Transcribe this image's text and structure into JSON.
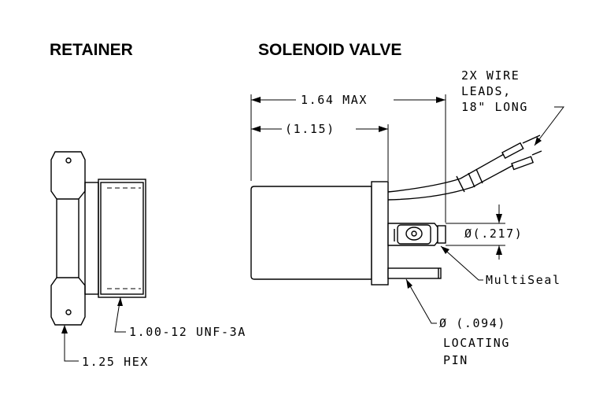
{
  "titles": {
    "retainer": "RETAINER",
    "solenoid": "SOLENOID VALVE"
  },
  "callouts": {
    "thread": "1.00-12 UNF-3A",
    "hex": "1.25 HEX",
    "max_length": "1.64 MAX",
    "body_length": "(1.15)",
    "wire_leads_1": "2X WIRE",
    "wire_leads_2": "LEADS,",
    "wire_leads_3": "18\" LONG",
    "seal_dia": "Ø(.217)",
    "multiseal": "MultiSeal",
    "pin_dia": "Ø (.094)",
    "pin_label_1": "LOCATING",
    "pin_label_2": "PIN"
  }
}
